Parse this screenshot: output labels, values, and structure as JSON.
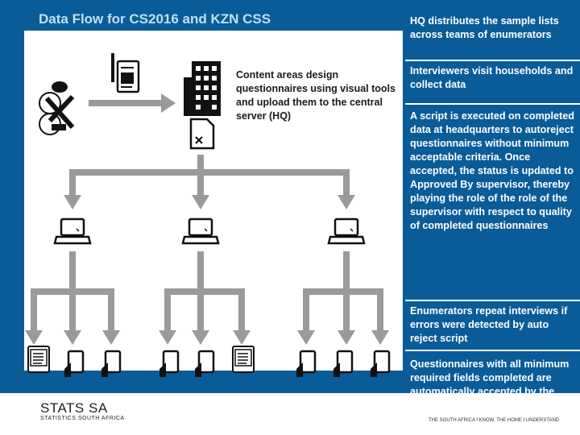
{
  "title": "Data Flow for CS2016 and KZN CSS",
  "content_text": "Content areas design questionnaires using visual tools and upload them to the central server (HQ)",
  "steps": [
    "HQ distributes the sample lists across teams of enumerators",
    "Interviewers visit households and collect data",
    "A script is executed on completed data at headquarters to autoreject questionnaires without minimum acceptable criteria. Once accepted, the status is updated to Approved By supervisor, thereby  playing the role of the role of the supervisor with respect to quality of completed questionnaires",
    "Enumerators repeat interviews if errors were detected by auto reject script",
    "Questionnaires with all minimum required fields completed are automatically accepted by the headquarters"
  ],
  "logo": {
    "name": "STATS SA",
    "subtitle": "STATISTICS SOUTH AFRICA"
  },
  "tagline": "THE SOUTH AFRICA I KNOW, THE HOME I UNDERSTAND",
  "colors": {
    "background": "#0a5c98",
    "arrow": "#9a9a9a",
    "title": "#bfe0f5"
  },
  "icons": [
    "design-tools-icon",
    "questionnaire-form-icon",
    "server-building-icon",
    "document-icon",
    "laptop-icon",
    "tablet-icon"
  ]
}
